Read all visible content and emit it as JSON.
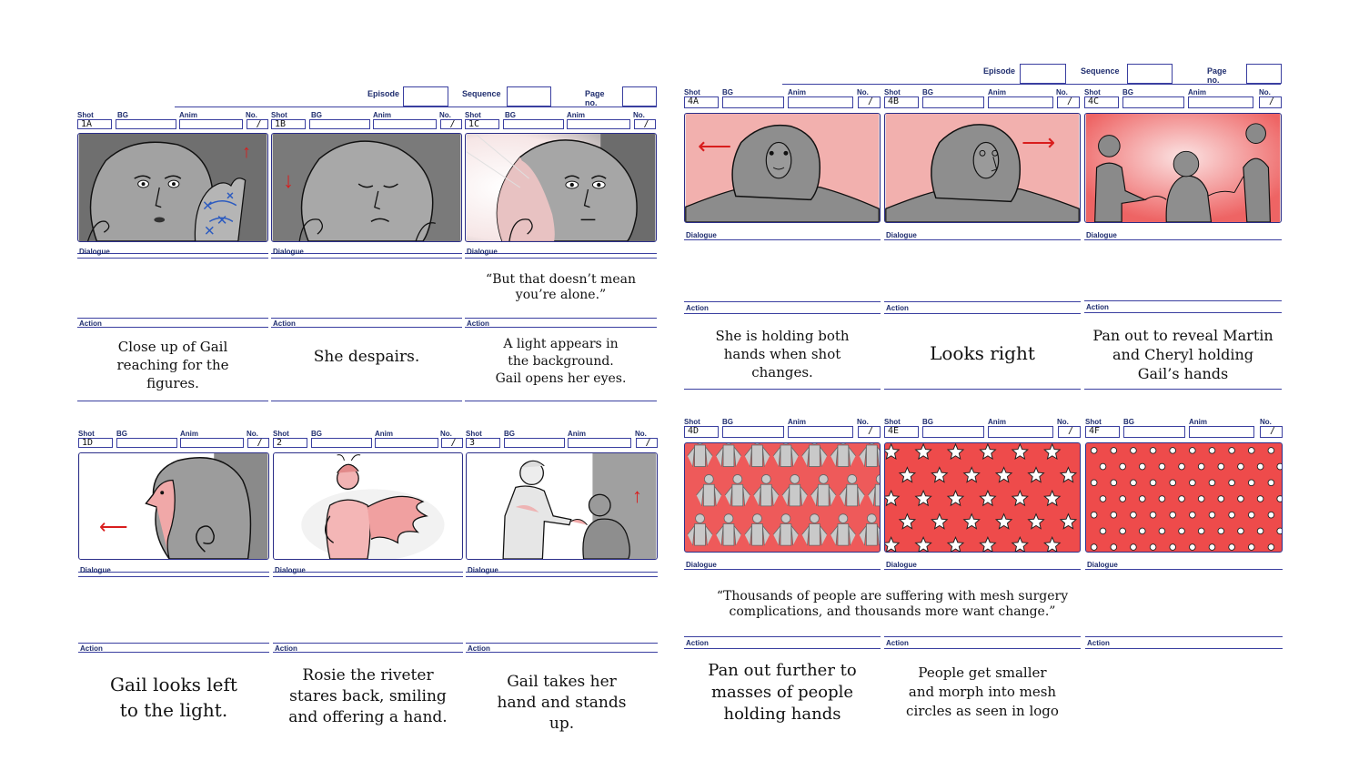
{
  "left_page": {
    "header": {
      "episode_label": "Episode",
      "sequence_label": "Sequence",
      "page_label": "Page no."
    },
    "panels": [
      {
        "shot": "1A",
        "shot_label": "Shot",
        "bg_label": "BG",
        "anim_label": "Anim",
        "no_label": "No.",
        "no_value": "/",
        "dialogue_label": "Dialogue",
        "dialogue": "",
        "action_label": "Action",
        "action": "Close up of Gail\nreaching for the\nfigures."
      },
      {
        "shot": "1B",
        "shot_label": "Shot",
        "bg_label": "BG",
        "anim_label": "Anim",
        "no_label": "No.",
        "no_value": "/",
        "dialogue_label": "Dialogue",
        "dialogue": "",
        "action_label": "Action",
        "action": "She despairs."
      },
      {
        "shot": "1C",
        "shot_label": "Shot",
        "bg_label": "BG",
        "anim_label": "Anim",
        "no_label": "No.",
        "no_value": "/",
        "dialogue_label": "Dialogue",
        "dialogue": "“But that doesn’t mean\nyou’re alone.”",
        "action_label": "Action",
        "action": "A light appears in\nthe background.\nGail opens her eyes."
      },
      {
        "shot": "1D",
        "shot_label": "Shot",
        "bg_label": "BG",
        "anim_label": "Anim",
        "no_label": "No.",
        "no_value": "/",
        "dialogue_label": "Dialogue",
        "dialogue": "",
        "action_label": "Action",
        "action": "Gail looks left\nto the light."
      },
      {
        "shot": "2",
        "shot_label": "Shot",
        "bg_label": "BG",
        "anim_label": "Anim",
        "no_label": "No.",
        "no_value": "/",
        "dialogue_label": "Dialogue",
        "dialogue": "",
        "action_label": "Action",
        "action": "Rosie the riveter\nstares back, smiling\nand offering a hand."
      },
      {
        "shot": "3",
        "shot_label": "Shot",
        "bg_label": "BG",
        "anim_label": "Anim",
        "no_label": "No.",
        "no_value": "/",
        "dialogue_label": "Dialogue",
        "dialogue": "",
        "action_label": "Action",
        "action": "Gail takes her\nhand and stands\nup."
      }
    ]
  },
  "right_page": {
    "header": {
      "episode_label": "Episode",
      "sequence_label": "Sequence",
      "page_label": "Page no."
    },
    "panels": [
      {
        "shot": "4A",
        "shot_label": "Shot",
        "bg_label": "BG",
        "anim_label": "Anim",
        "no_label": "No.",
        "no_value": "/",
        "dialogue_label": "Dialogue",
        "action_label": "Action",
        "action": "She is holding both\nhands when shot\nchanges."
      },
      {
        "shot": "4B",
        "shot_label": "Shot",
        "bg_label": "BG",
        "anim_label": "Anim",
        "no_label": "No.",
        "no_value": "/",
        "dialogue_label": "Dialogue",
        "action_label": "Action",
        "action": "Looks right"
      },
      {
        "shot": "4C",
        "shot_label": "Shot",
        "bg_label": "BG",
        "anim_label": "Anim",
        "no_label": "No.",
        "no_value": "/",
        "dialogue_label": "Dialogue",
        "action_label": "Action",
        "action": "Pan out to reveal Martin\nand Cheryl holding\nGail’s hands"
      },
      {
        "shot": "4D",
        "shot_label": "Shot",
        "bg_label": "BG",
        "anim_label": "Anim",
        "no_label": "No.",
        "no_value": "/",
        "dialogue_label": "Dialogue",
        "action_label": "Action",
        "action": "Pan out further to\nmasses of people\nholding hands"
      },
      {
        "shot": "4E",
        "shot_label": "Shot",
        "bg_label": "BG",
        "anim_label": "Anim",
        "no_label": "No.",
        "no_value": "/",
        "dialogue_label": "Dialogue",
        "action_label": "Action",
        "action": "People get smaller\nand morph into mesh\ncircles as seen in logo"
      },
      {
        "shot": "4F",
        "shot_label": "Shot",
        "bg_label": "BG",
        "anim_label": "Anim",
        "no_label": "No.",
        "no_value": "/",
        "dialogue_label": "Dialogue",
        "action_label": "Action",
        "action": ""
      }
    ],
    "shared_dialogue_row1": "",
    "shared_dialogue_row2": "“Thousands of people are suffering with mesh surgery\ncomplications, and thousands more want change.”"
  },
  "colors": {
    "ink": "#1f2d6e",
    "border": "#2c2f8a",
    "sketch_grey": "#8e8e8e",
    "sketch_pink": "#e8585a",
    "pattern_red": "#ee4b4b",
    "arrow_red": "#d91d1d",
    "mesh_blue": "#2c5bc0"
  },
  "icons": [
    "arrow-up-icon",
    "arrow-down-icon",
    "arrow-left-icon",
    "arrow-right-icon",
    "star-pattern",
    "circle-pattern"
  ]
}
